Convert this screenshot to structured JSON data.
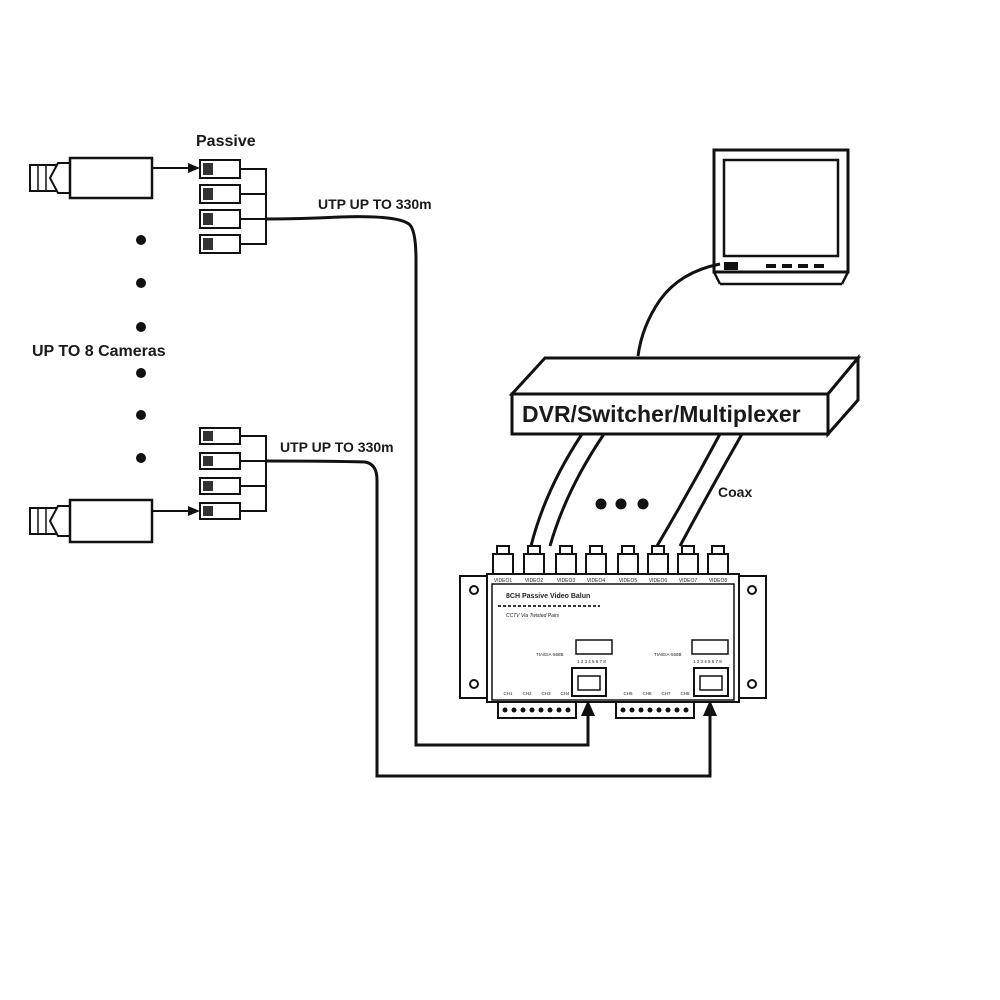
{
  "labels": {
    "passive": "Passive",
    "utp_top": "UTP UP TO 330m",
    "utp_bottom": "UTP UP TO 330m",
    "cameras": "UP TO 8 Cameras",
    "coax": "Coax",
    "dvr": "DVR/Switcher/Multiplexer"
  },
  "balun_hub": {
    "title": "8CH Passive Video Balun",
    "subtitle": "CCTV Via Twisted Pairs",
    "video_ports": [
      "VIDEO1",
      "VIDEO2",
      "VIDEO3",
      "VIDEO4",
      "VIDEO5",
      "VIDEO6",
      "VIDEO7",
      "VIDEO8"
    ],
    "channels_left": [
      "CH1",
      "CH2",
      "CH3",
      "CH4"
    ],
    "channels_right": [
      "CH5",
      "CH6",
      "CH7",
      "CH8"
    ],
    "pair_numbers": "1 2 3 4 5 6 7 8",
    "rj45_left_label": "TIA/EIA-568B",
    "rj45_right_label": "TIA/EIA-568B"
  }
}
